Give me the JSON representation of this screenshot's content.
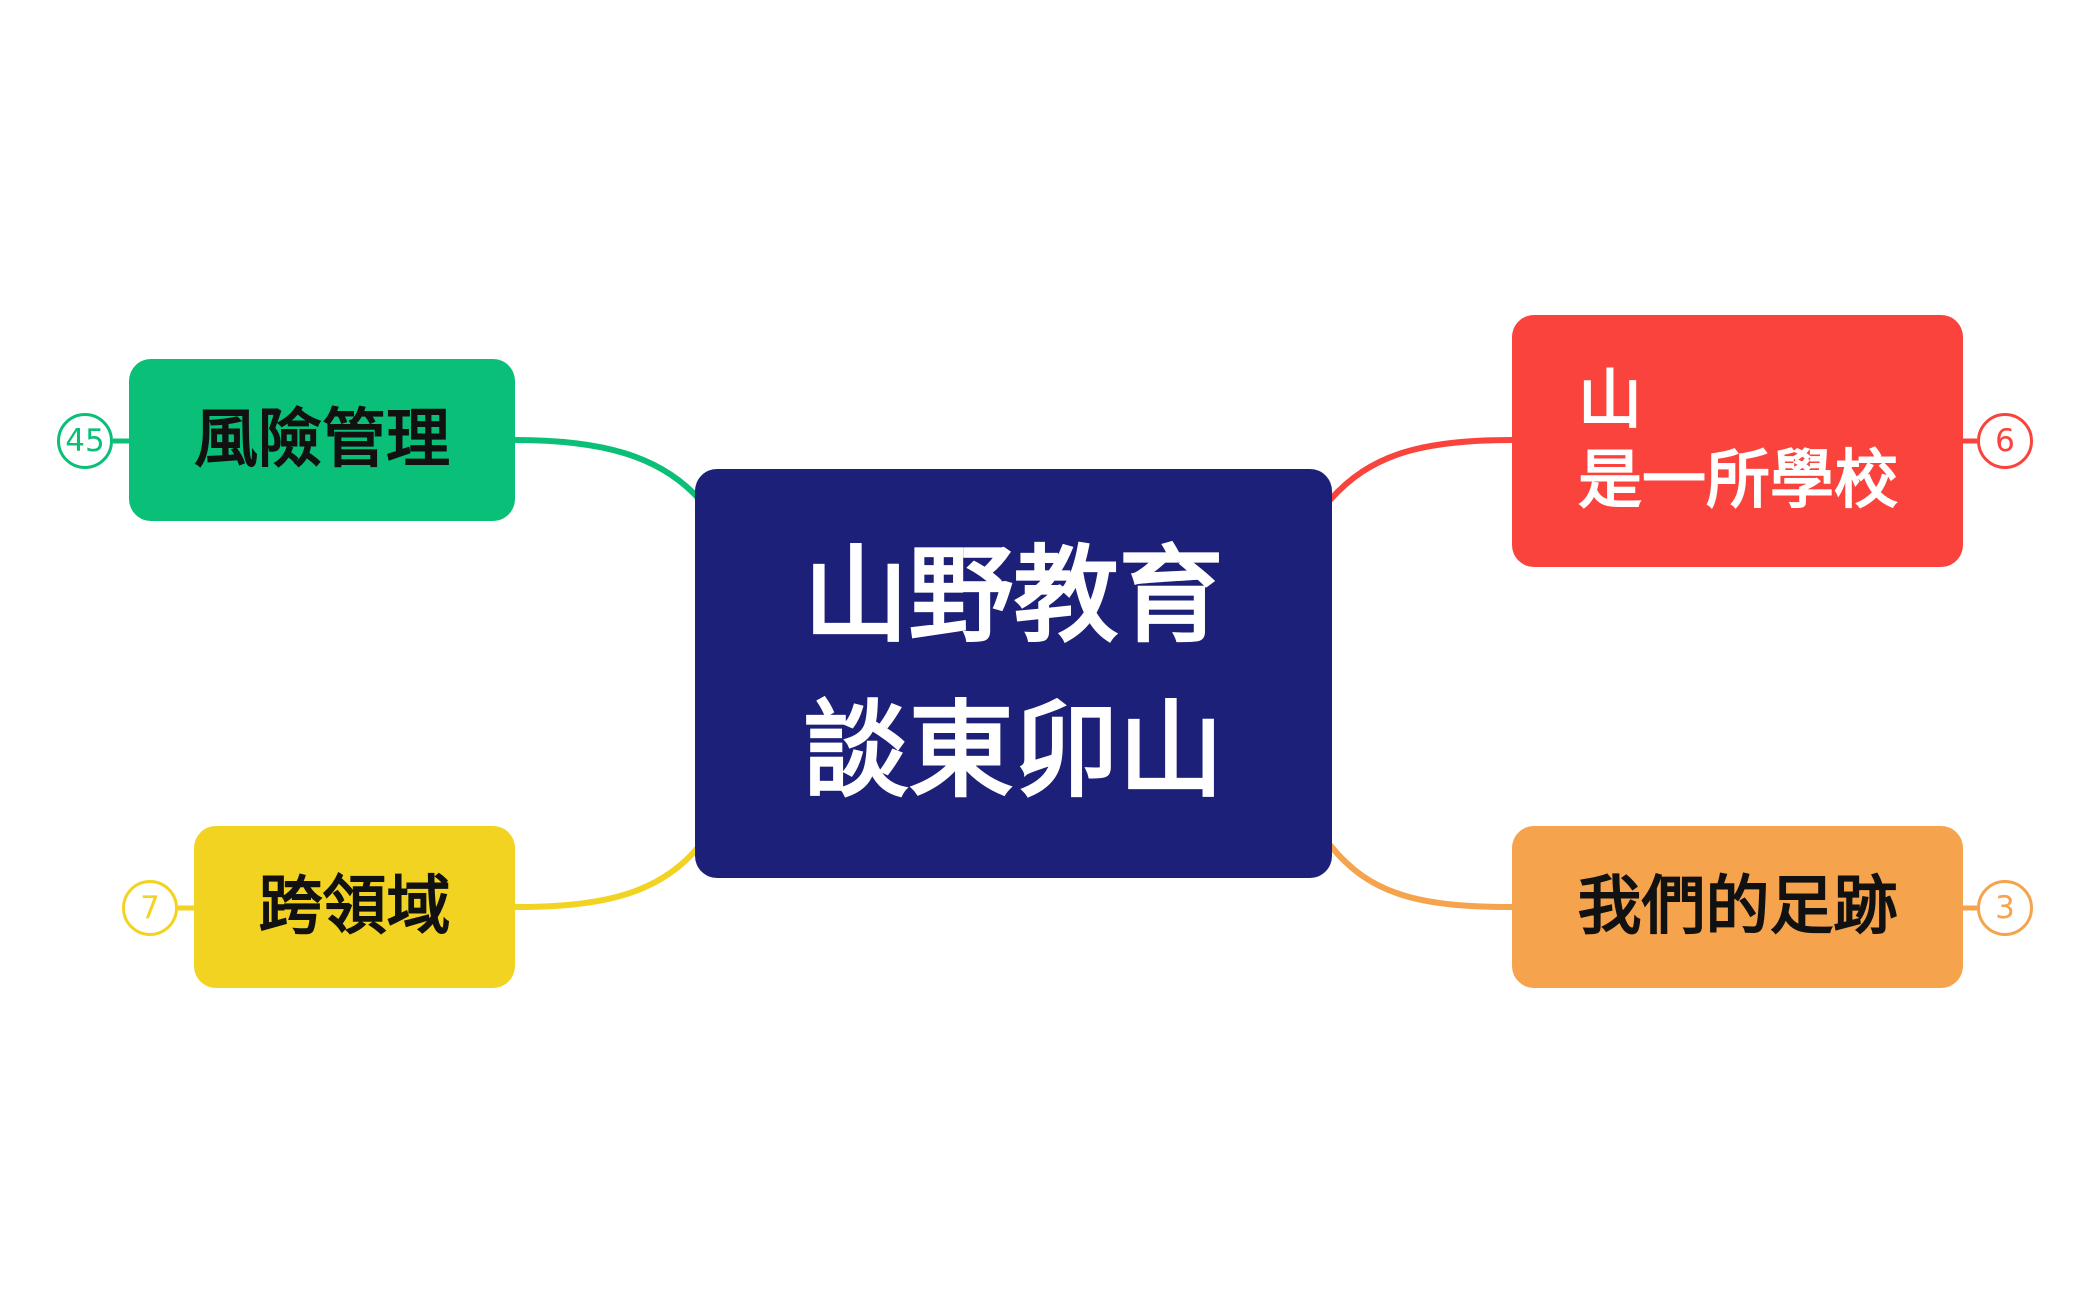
{
  "center": {
    "title": "山野教育\n談東卯山",
    "color": "#1d2078"
  },
  "topics": [
    {
      "id": "risk",
      "label": "風險管理",
      "count": "45",
      "color": "#0abf77"
    },
    {
      "id": "cross",
      "label": "跨領域",
      "count": "7",
      "color": "#f2d321"
    },
    {
      "id": "mountain",
      "label": "山\n是一所學校",
      "count": "6",
      "color": "#f9433c"
    },
    {
      "id": "steps",
      "label": "我們的足跡",
      "count": "3",
      "color": "#f5a34d"
    }
  ]
}
